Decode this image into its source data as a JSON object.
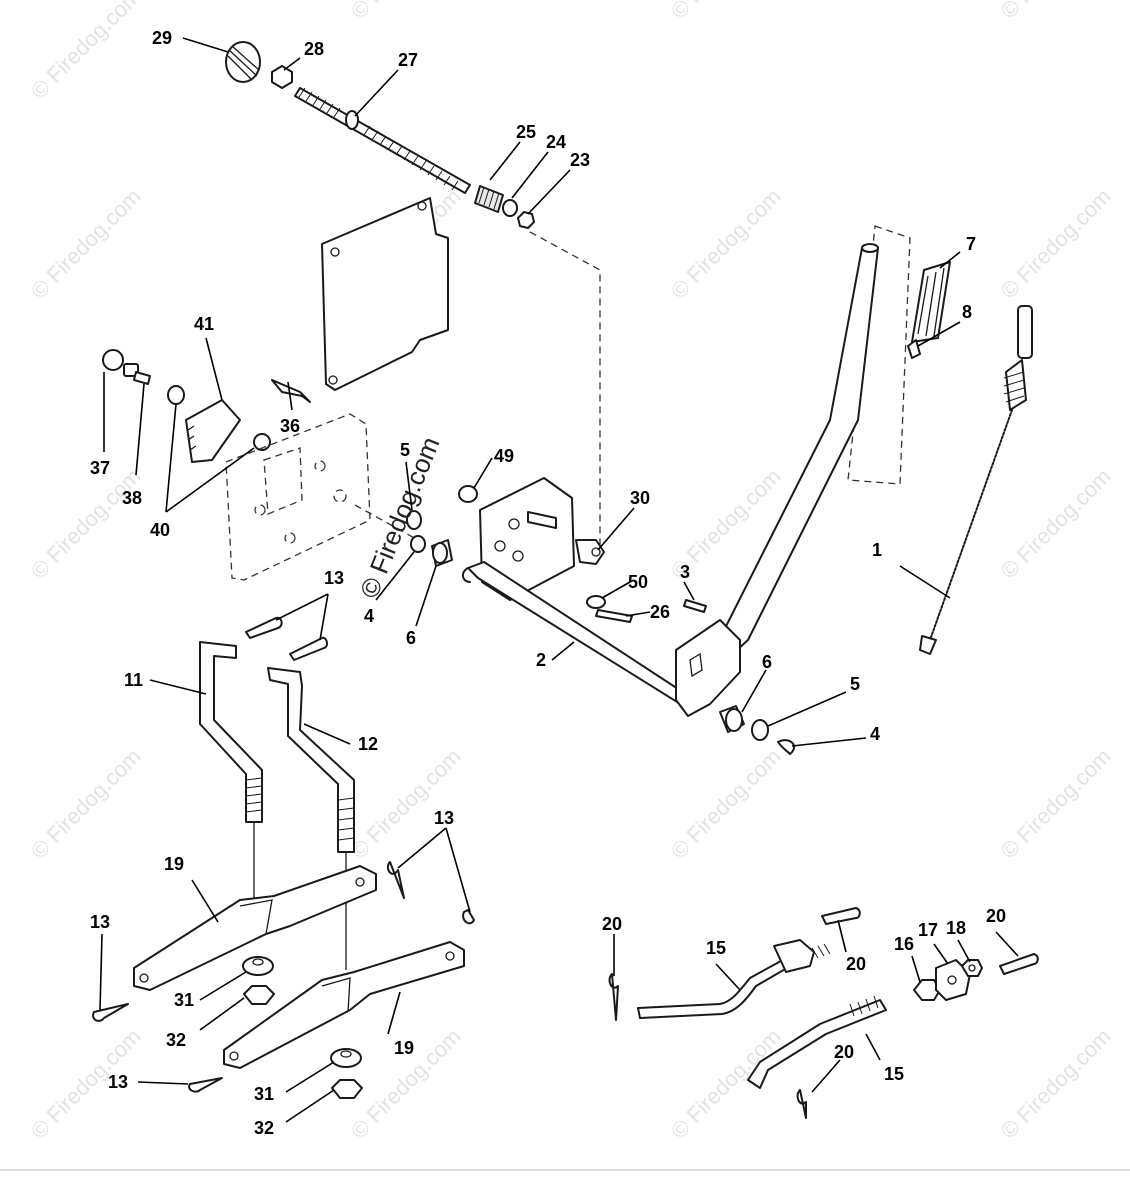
{
  "watermark": "© Firedog.com",
  "callouts": [
    {
      "id": "c29",
      "text": "29"
    },
    {
      "id": "c28",
      "text": "28"
    },
    {
      "id": "c27",
      "text": "27"
    },
    {
      "id": "c25",
      "text": "25"
    },
    {
      "id": "c24",
      "text": "24"
    },
    {
      "id": "c23",
      "text": "23"
    },
    {
      "id": "c7",
      "text": "7"
    },
    {
      "id": "c8",
      "text": "8"
    },
    {
      "id": "c41",
      "text": "41"
    },
    {
      "id": "c37",
      "text": "37"
    },
    {
      "id": "c38",
      "text": "38"
    },
    {
      "id": "c40",
      "text": "40"
    },
    {
      "id": "c36",
      "text": "36"
    },
    {
      "id": "c5a",
      "text": "5"
    },
    {
      "id": "c49",
      "text": "49"
    },
    {
      "id": "c30",
      "text": "30"
    },
    {
      "id": "c13a",
      "text": "13"
    },
    {
      "id": "c4a",
      "text": "4"
    },
    {
      "id": "c6a",
      "text": "6"
    },
    {
      "id": "c50",
      "text": "50"
    },
    {
      "id": "c3",
      "text": "3"
    },
    {
      "id": "c26",
      "text": "26"
    },
    {
      "id": "c1",
      "text": "1"
    },
    {
      "id": "c2",
      "text": "2"
    },
    {
      "id": "c11",
      "text": "11"
    },
    {
      "id": "c12",
      "text": "12"
    },
    {
      "id": "c6b",
      "text": "6"
    },
    {
      "id": "c5b",
      "text": "5"
    },
    {
      "id": "c4b",
      "text": "4"
    },
    {
      "id": "c19a",
      "text": "19"
    },
    {
      "id": "c13b",
      "text": "13"
    },
    {
      "id": "c13c",
      "text": "13"
    },
    {
      "id": "c31a",
      "text": "31"
    },
    {
      "id": "c32a",
      "text": "32"
    },
    {
      "id": "c19b",
      "text": "19"
    },
    {
      "id": "c13d",
      "text": "13"
    },
    {
      "id": "c31b",
      "text": "31"
    },
    {
      "id": "c32b",
      "text": "32"
    },
    {
      "id": "c20a",
      "text": "20"
    },
    {
      "id": "c15a",
      "text": "15"
    },
    {
      "id": "c20b",
      "text": "20"
    },
    {
      "id": "c16",
      "text": "16"
    },
    {
      "id": "c17",
      "text": "17"
    },
    {
      "id": "c18",
      "text": "18"
    },
    {
      "id": "c20c",
      "text": "20"
    },
    {
      "id": "c20d",
      "text": "20"
    },
    {
      "id": "c15b",
      "text": "15"
    }
  ]
}
